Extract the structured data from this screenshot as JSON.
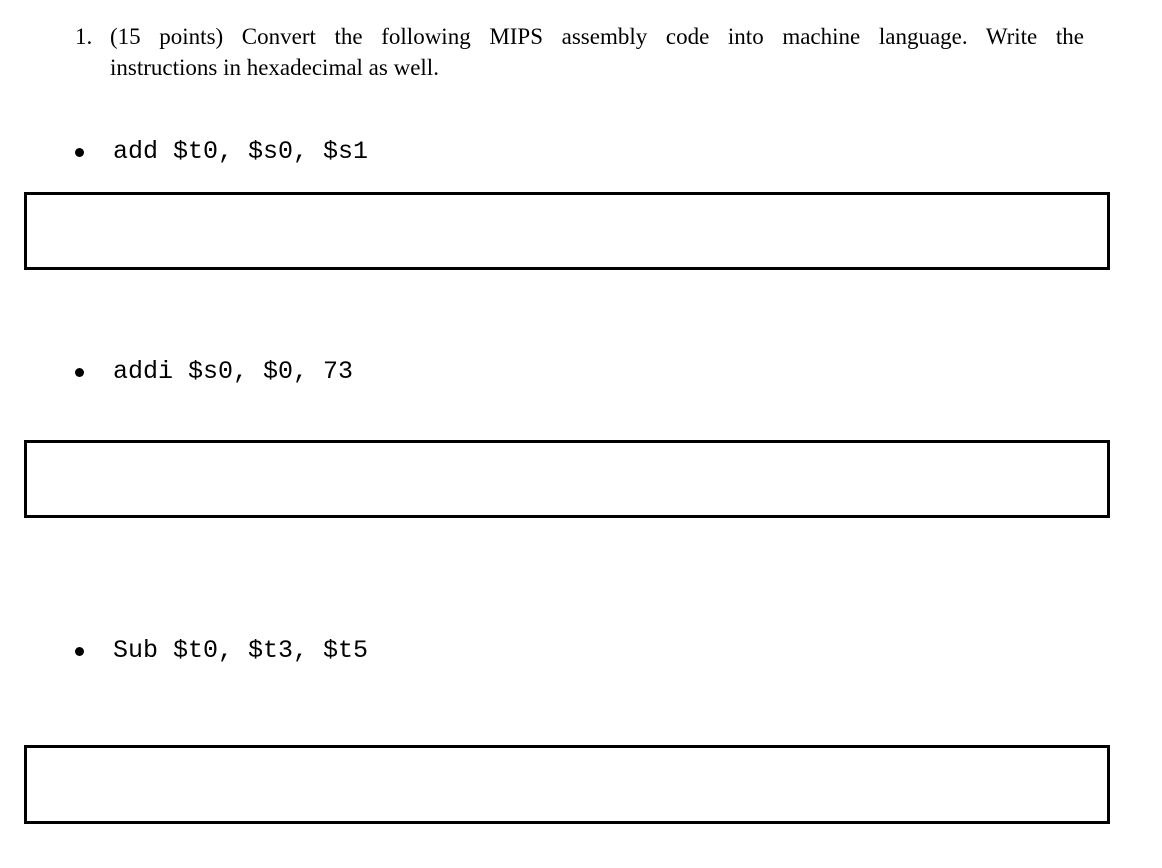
{
  "page": {
    "background": "#ffffff",
    "text_color": "#000000",
    "border_color": "#000000"
  },
  "question": {
    "number": "1.",
    "line1": "(15 points) Convert the following MIPS assembly code into machine language. Write the",
    "line2": "instructions in hexadecimal as well."
  },
  "exercises": [
    {
      "code": "add $t0, $s0, $s1"
    },
    {
      "code": "addi $s0, $0, 73"
    },
    {
      "code": "Sub $t0, $t3, $t5"
    }
  ]
}
